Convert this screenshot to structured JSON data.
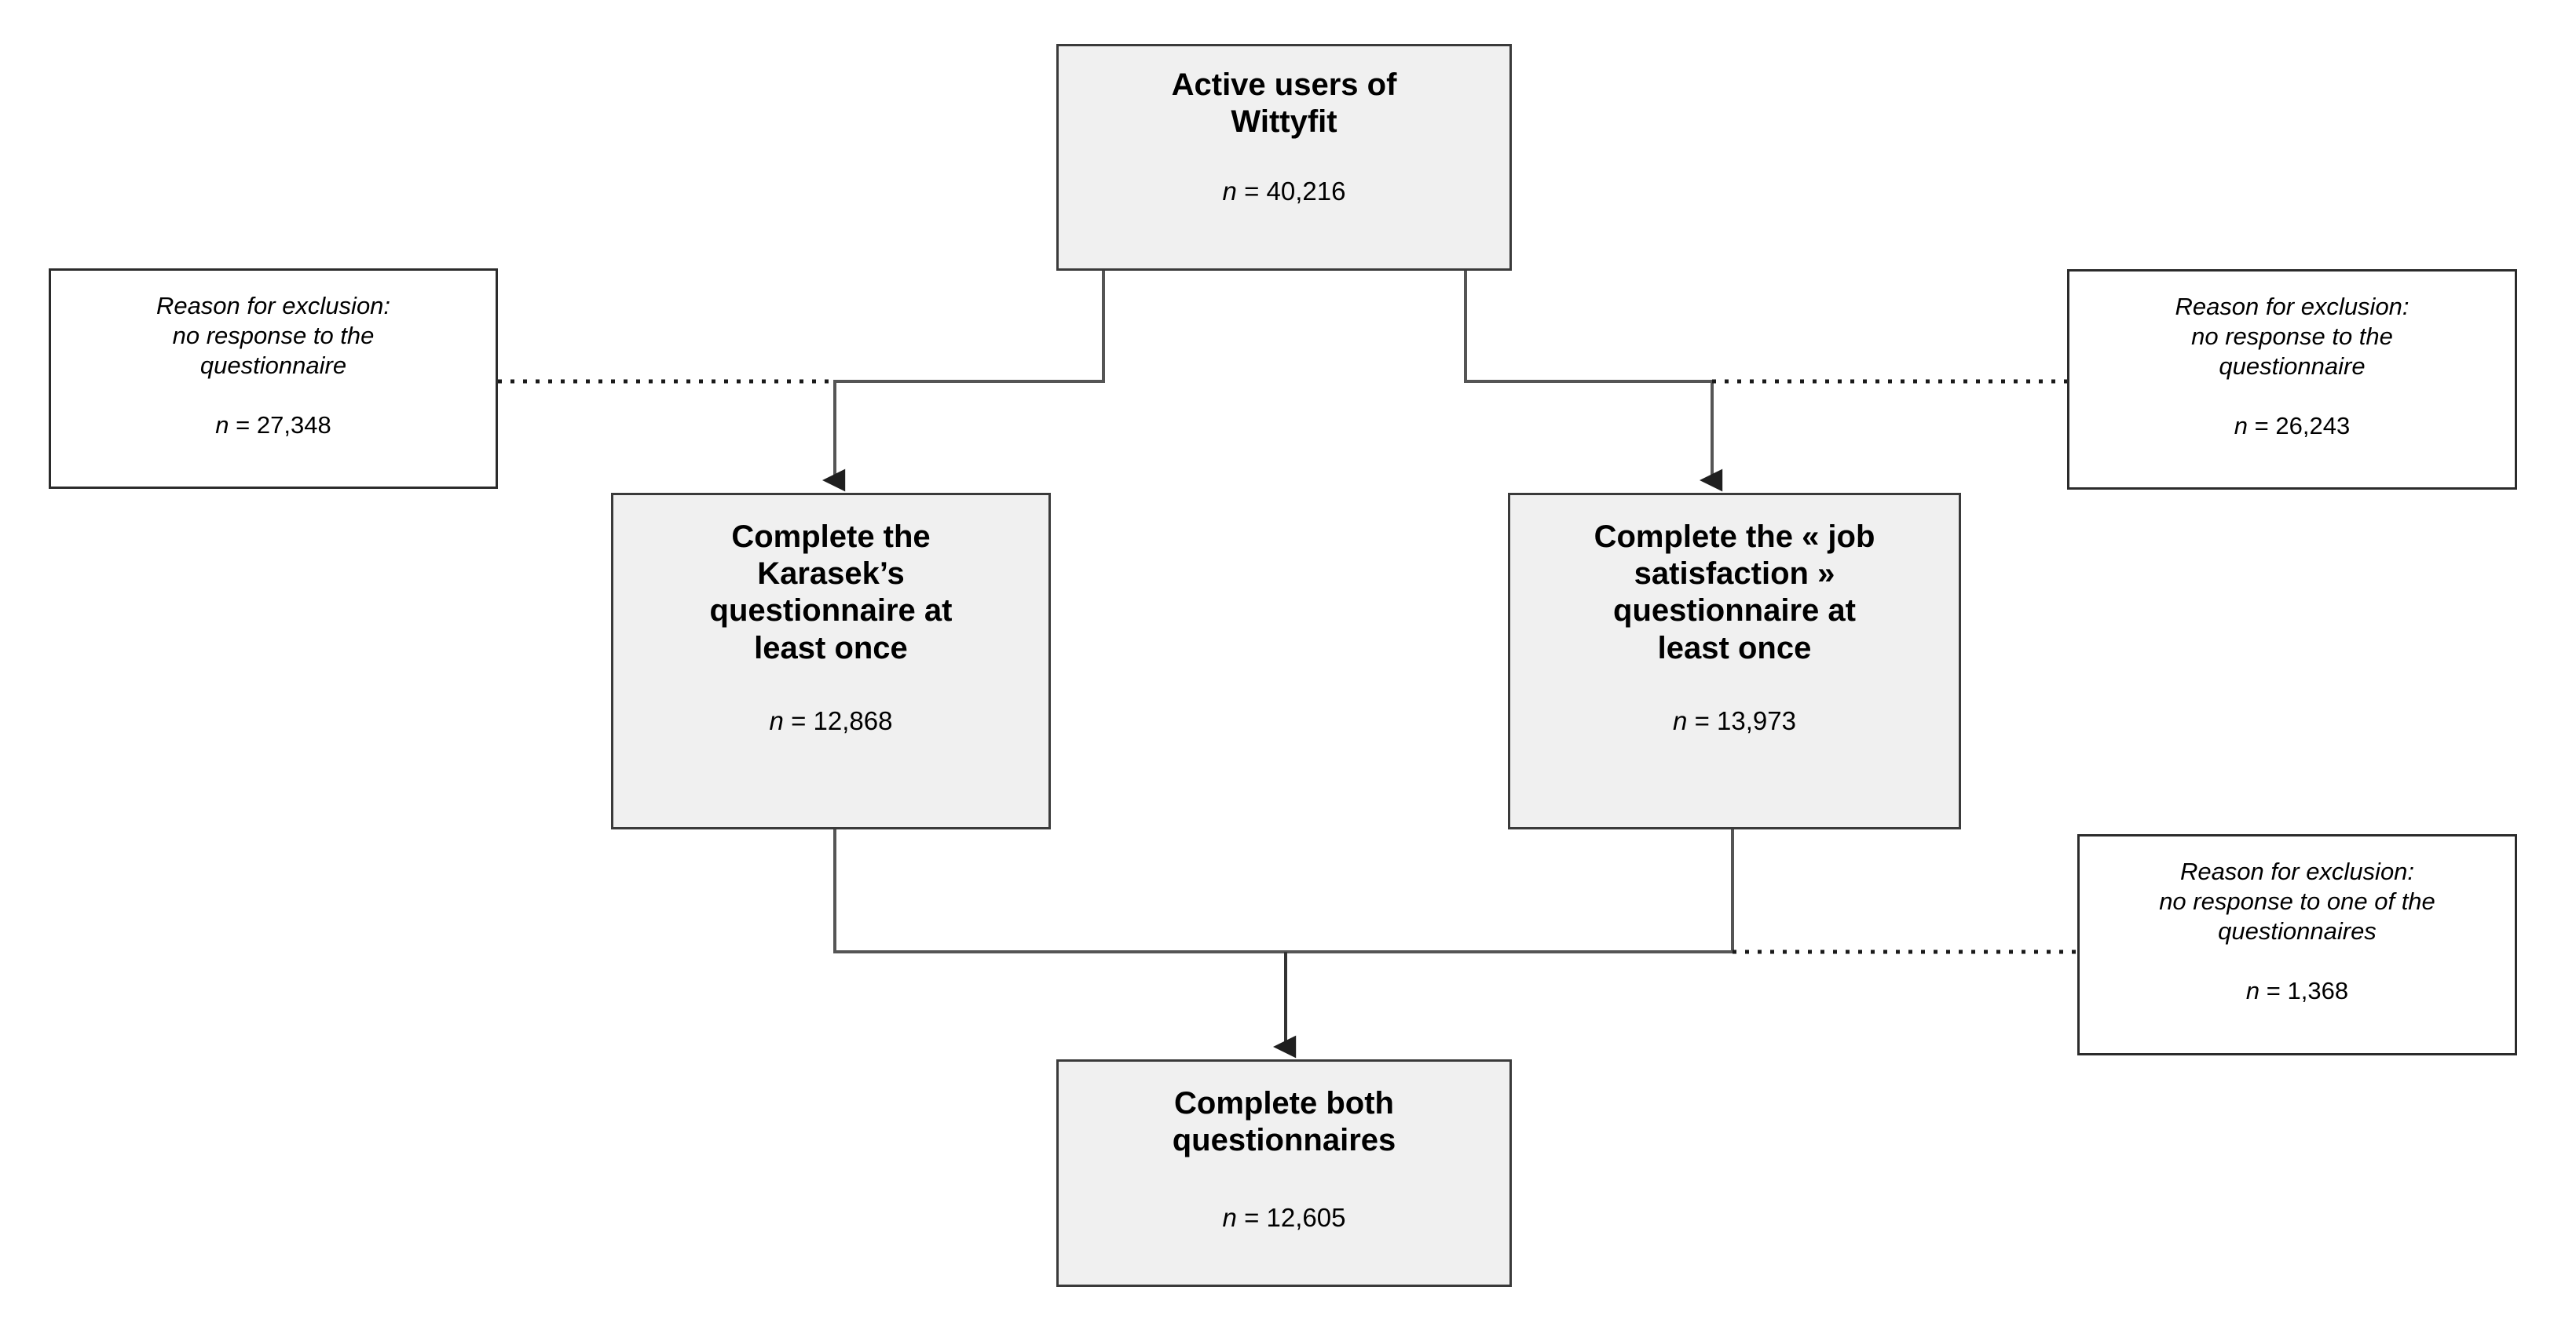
{
  "figure": {
    "type": "flowchart",
    "kind": "study-population-flow-diagram",
    "background_color": "#ffffff",
    "shaded_box_fill": "#f0f0f0",
    "plain_box_fill": "#ffffff",
    "border_color": "#333333",
    "connector_color": "#555555",
    "dotted_connector_color": "#222222"
  },
  "nodes": {
    "top": {
      "name": "active-users",
      "title_lines": [
        "Active users of",
        "Wittyfit"
      ],
      "n_symbol": "n",
      "n_equals": " = ",
      "n_value": "40,216",
      "style": "shaded"
    },
    "exclusion_left": {
      "name": "exclusion-karasek",
      "reason_lines": [
        "Reason for exclusion:",
        "no response to the",
        "questionnaire"
      ],
      "n_symbol": "n",
      "n_equals": " = ",
      "n_value": "27,348",
      "style": "plain"
    },
    "exclusion_right": {
      "name": "exclusion-jobsatisfaction",
      "reason_lines": [
        "Reason for exclusion:",
        "no response to the",
        "questionnaire"
      ],
      "n_symbol": "n",
      "n_equals": " = ",
      "n_value": "26,243",
      "style": "plain"
    },
    "karasek": {
      "name": "complete-karasek",
      "title_lines": [
        "Complete the",
        "Karasek’s",
        "questionnaire at",
        "least once"
      ],
      "n_symbol": "n",
      "n_equals": " = ",
      "n_value": "12,868",
      "style": "shaded"
    },
    "job_satisfaction": {
      "name": "complete-job-satisfaction",
      "title_lines": [
        "Complete the « job",
        "satisfaction »",
        "questionnaire at",
        "least once"
      ],
      "n_symbol": "n",
      "n_equals": " = ",
      "n_value": "13,973",
      "style": "shaded"
    },
    "exclusion_both": {
      "name": "exclusion-one-of-the-questionnaires",
      "reason_lines": [
        "Reason for exclusion:",
        "no response to one of the",
        "questionnaires"
      ],
      "n_symbol": "n",
      "n_equals": " = ",
      "n_value": "1,368",
      "style": "plain"
    },
    "bottom": {
      "name": "complete-both",
      "title_lines": [
        "Complete both",
        "questionnaires"
      ],
      "n_symbol": "n",
      "n_equals": " = ",
      "n_value": "12,605",
      "style": "shaded"
    }
  },
  "edges": [
    {
      "name": "top-to-karasek",
      "from": "top",
      "to": "karasek",
      "arrow": true,
      "style": "solid"
    },
    {
      "name": "top-to-jobsat",
      "from": "top",
      "to": "job_satisfaction",
      "arrow": true,
      "style": "solid"
    },
    {
      "name": "karasek-branch-to-exclusion-left",
      "from": "top-to-karasek",
      "to": "exclusion_left",
      "arrow": false,
      "style": "dotted"
    },
    {
      "name": "jobsat-branch-to-exclusion-right",
      "from": "top-to-jobsat",
      "to": "exclusion_right",
      "arrow": false,
      "style": "dotted"
    },
    {
      "name": "karasek-to-bottom",
      "from": "karasek",
      "to": "bottom",
      "arrow": true,
      "style": "solid"
    },
    {
      "name": "jobsat-to-bottom",
      "from": "job_satisfaction",
      "to": "bottom",
      "arrow": true,
      "style": "solid"
    },
    {
      "name": "bottom-branch-to-exclusion-both",
      "from": "jobsat-to-bottom",
      "to": "exclusion_both",
      "arrow": false,
      "style": "dotted"
    }
  ]
}
